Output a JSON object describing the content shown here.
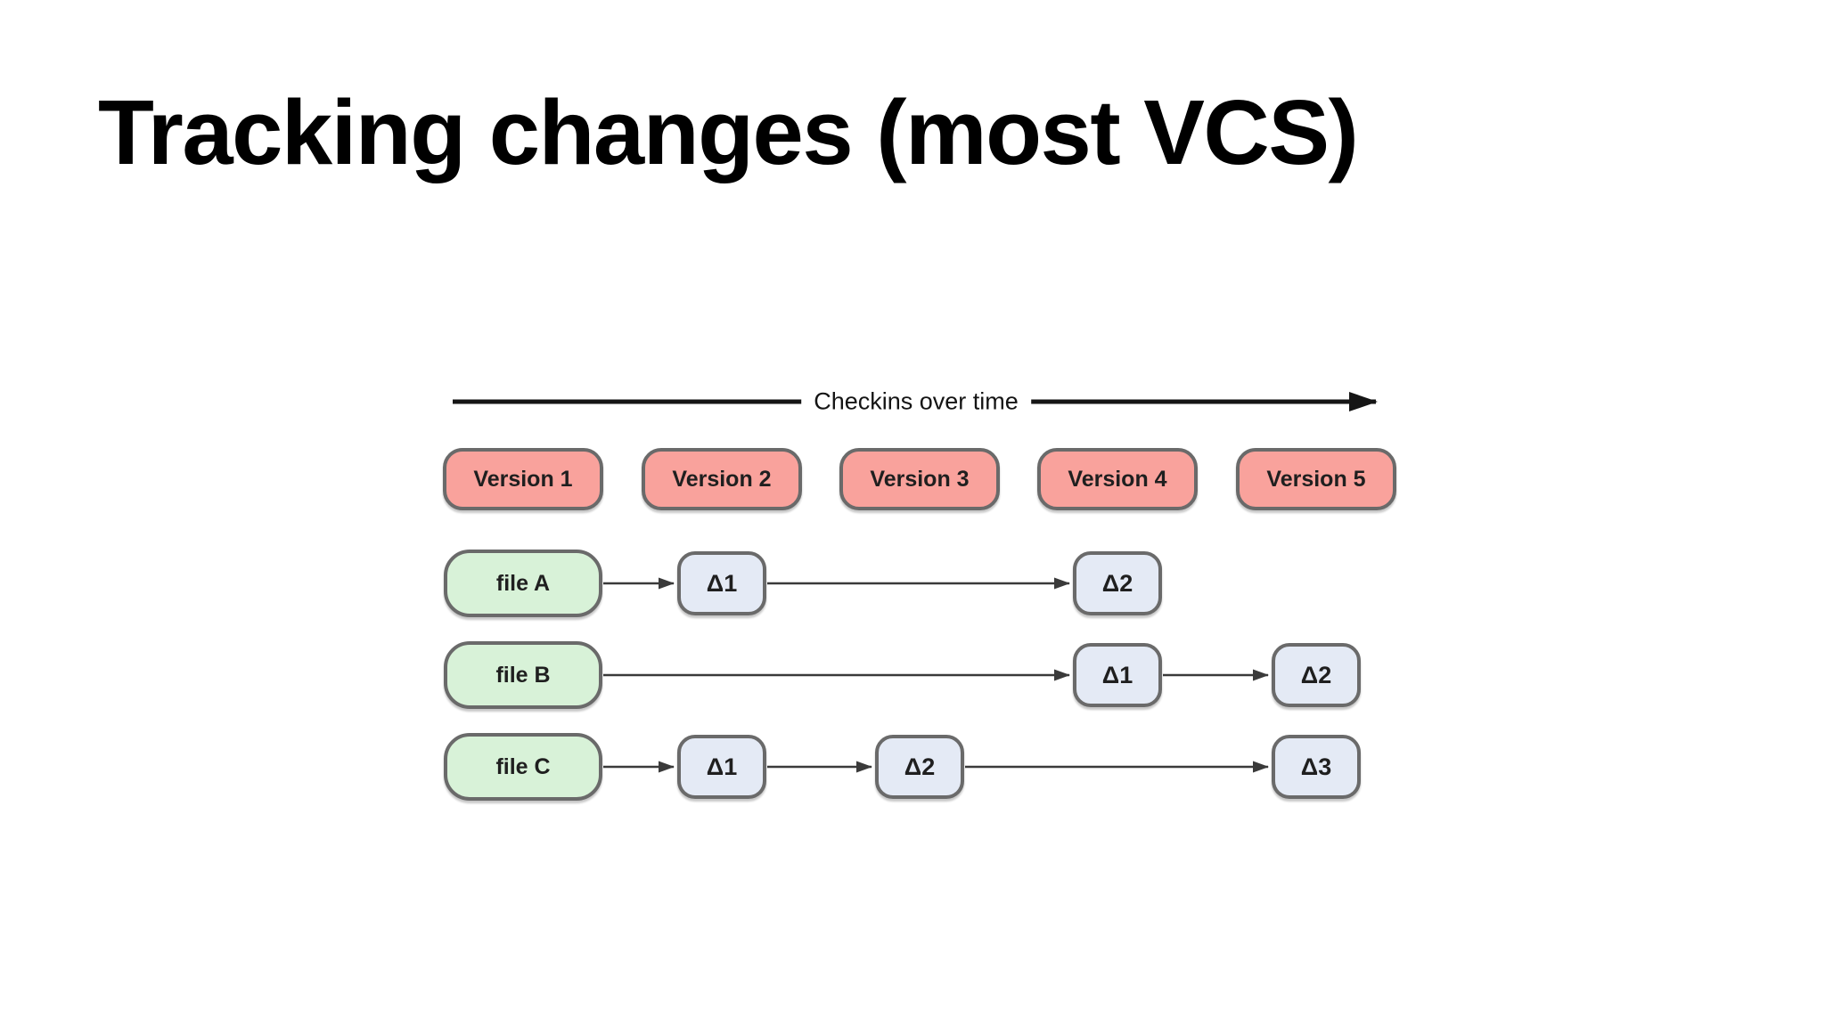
{
  "slide": {
    "title": "Tracking changes (most VCS)"
  },
  "diagram": {
    "timeline_label": "Checkins over time",
    "versions": [
      "Version 1",
      "Version 2",
      "Version 3",
      "Version 4",
      "Version 5"
    ],
    "files": [
      {
        "name": "file A",
        "deltas": [
          {
            "label": "Δ1",
            "version": 2
          },
          {
            "label": "Δ2",
            "version": 4
          }
        ]
      },
      {
        "name": "file B",
        "deltas": [
          {
            "label": "Δ1",
            "version": 4
          },
          {
            "label": "Δ2",
            "version": 5
          }
        ]
      },
      {
        "name": "file C",
        "deltas": [
          {
            "label": "Δ1",
            "version": 2
          },
          {
            "label": "Δ2",
            "version": 3
          },
          {
            "label": "Δ3",
            "version": 5
          }
        ]
      }
    ],
    "colors": {
      "title_color": "#000000",
      "version_fill": "#F9A29C",
      "file_fill": "#D8F2D8",
      "delta_fill": "#E4EAF5",
      "box_border": "#6A6A6A",
      "row_arrow": "#3A3A3A",
      "timeline_arrow": "#151515"
    }
  }
}
